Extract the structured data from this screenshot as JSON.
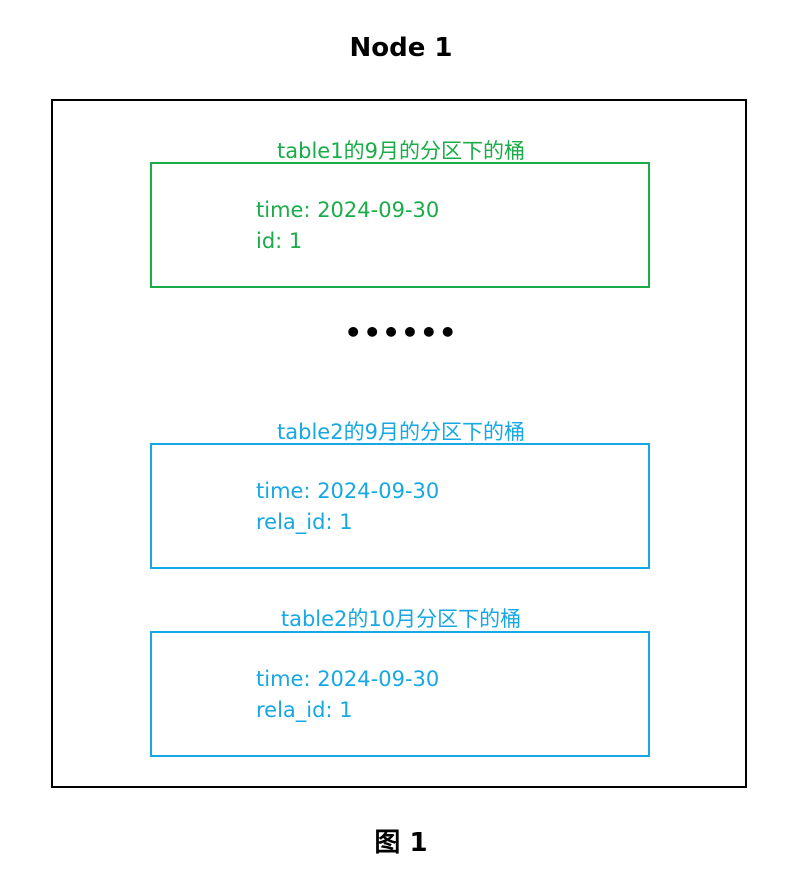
{
  "title": "Node 1",
  "caption": "图 1",
  "ellipsis": "••••••",
  "colors": {
    "green": "#1aac48",
    "blue": "#17a8e3",
    "black": "#000000"
  },
  "buckets": [
    {
      "label": "table1的9月的分区下的桶",
      "color": "green",
      "fields": [
        "time: 2024-09-30",
        "id: 1"
      ]
    },
    {
      "label": "table2的9月的分区下的桶",
      "color": "blue",
      "fields": [
        "time: 2024-09-30",
        "rela_id: 1"
      ]
    },
    {
      "label": "table2的10月分区下的桶",
      "color": "blue",
      "fields": [
        "time: 2024-09-30",
        "rela_id: 1"
      ]
    }
  ]
}
